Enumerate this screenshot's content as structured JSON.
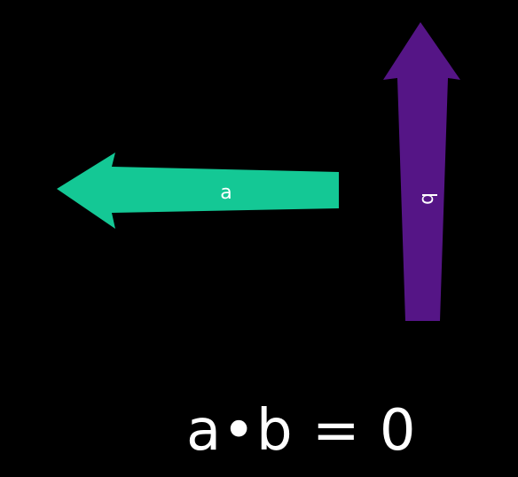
{
  "colors": {
    "background": "#000000",
    "vector_a": "#14c895",
    "vector_b": "#551586",
    "text": "#ffffff"
  },
  "vector_a": {
    "label": "a",
    "direction": "left"
  },
  "vector_b": {
    "label": "b",
    "direction": "up"
  },
  "equation": "a•b = 0"
}
